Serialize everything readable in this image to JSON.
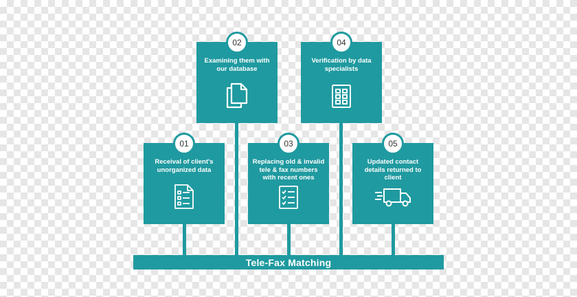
{
  "footer": {
    "label": "Tele-Fax Matching"
  },
  "steps": [
    {
      "number": "01",
      "text": "Receival of client's unorganized data",
      "icon": "form-checklist-icon"
    },
    {
      "number": "02",
      "text": "Examining them with our database",
      "icon": "documents-icon"
    },
    {
      "number": "03",
      "text": "Replacing old & invalid tele & fax numbers with recent ones",
      "icon": "checklist-icon"
    },
    {
      "number": "04",
      "text": "Verification by data specialists",
      "icon": "grid-checklist-icon"
    },
    {
      "number": "05",
      "text": "Updated contact details returned to client",
      "icon": "delivery-truck-icon"
    }
  ],
  "colors": {
    "teal": "#1f9aa0",
    "white": "#ffffff"
  }
}
